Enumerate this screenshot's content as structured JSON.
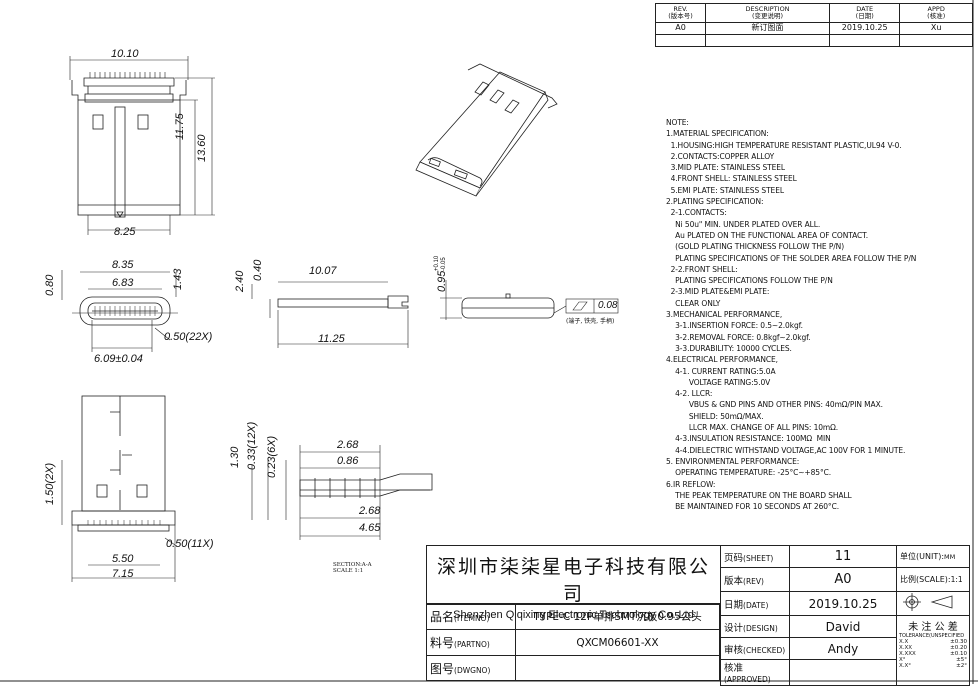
{
  "revision_table": {
    "headers": [
      {
        "en": "REV.",
        "cn": "(版本号)"
      },
      {
        "en": "DESCRIPTION",
        "cn": "(变更说明)"
      },
      {
        "en": "DATE",
        "cn": "(日期)"
      },
      {
        "en": "APPD",
        "cn": "(核准)"
      }
    ],
    "rows": [
      {
        "rev": "A0",
        "description": "新订图面",
        "date": "2019.10.25",
        "appd": "Xu"
      }
    ]
  },
  "dimensions": {
    "top_width": "10.10",
    "height_inner": "11.75",
    "height_outer": "13.60",
    "bottom_width": "8.25",
    "front_outer": "8.35",
    "front_inner": "6.83",
    "front_height": "1.43",
    "front_left": "0.80",
    "pitch_22": "0.50(22X)",
    "pin_span": "6.09±0.04",
    "side_240": "2.40",
    "side_040": "0.40",
    "side_1007": "10.07",
    "side_1125": "11.25",
    "plate_thk": "0.95",
    "tol_plus": "+0.10",
    "tol_minus": "-0.05",
    "flatness": "0.08",
    "flatness_note": "(端子, 铁壳, 手柄)",
    "bv_150": "1.50(2X)",
    "bv_550": "5.50",
    "bv_715": "7.15",
    "pitch_11": "0.50(11X)",
    "sec_130": "1.30",
    "sec_033": "0.33(12X)",
    "sec_023": "0.23(6X)",
    "sec_268a": "2.68",
    "sec_086": "0.86",
    "sec_268b": "2.68",
    "sec_465": "4.65",
    "section_label": "SECTION:A-A",
    "scale_label": "SCALE 1:1"
  },
  "notes": [
    "NOTE:",
    "1.MATERIAL SPECIFICATION:",
    "  1.HOUSING:HIGH TEMPERATURE RESISTANT PLASTIC,UL94 V-0.",
    "  2.CONTACTS:COPPER ALLOY",
    "  3.MID PLATE: STAINLESS STEEL",
    "  4.FRONT SHELL: STAINLESS STEEL",
    "  5.EMI PLATE: STAINLESS STEEL",
    "2.PLATING SPECIFICATION:",
    "  2-1.CONTACTS:",
    "    Ni 50u\" MIN. UNDER PLATED OVER ALL.",
    "    Au PLATED ON THE FUNCTIONAL AREA OF CONTACT.",
    "    (GOLD PLATING THICKNESS FOLLOW THE P/N)",
    "    PLATING SPECIFICATIONS OF THE SOLDER AREA FOLLOW THE P/N",
    "  2-2.FRONT SHELL:",
    "    PLATING SPECIFICATIONS FOLLOW THE P/N",
    "  2-3.MID PLATE&EMI PLATE:",
    "    CLEAR ONLY",
    "3.MECHANICAL PERFORMANCE,",
    "    3-1.INSERTION FORCE: 0.5~2.0kgf.",
    "    3-2.REMOVAL FORCE: 0.8kgf~2.0kgf.",
    "    3-3.DURABILITY: 10000 CYCLES.",
    "4.ELECTRICAL PERFORMANCE,",
    "    4-1. CURRENT RATING:5.0A",
    "          VOLTAGE RATING:5.0V",
    "    4-2. LLCR:",
    "          VBUS & GND PINS AND OTHER PINS: 40mΩ/PIN MAX.",
    "          SHIELD: 50mΩ/MAX.",
    "          LLCR MAX. CHANGE OF ALL PINS: 10mΩ.",
    "    4-3.INSULATION RESISTANCE: 100MΩ  MIN",
    "    4-4.DIELECTRIC WITHSTAND VOLTAGE,AC 100V FOR 1 MINUTE.",
    "5. ENVIRONMENTAL PERFORMANCE:",
    "    OPERATING TEMPERATURE: -25°C~+85°C.",
    "6.IR REFLOW:",
    "    THE PEAK TEMPERATURE ON THE BOARD SHALL",
    "    BE MAINTAINED FOR 10 SECONDS AT 260°C."
  ],
  "title_block": {
    "company_cn": "深圳市柒柒星电子科技有限公司",
    "company_en": "Shenzhen Qiqixing Electronic Technology Co.,Ltd",
    "item_label": "品名",
    "item_label_en": "(ITEMNO)",
    "item_value": "TYPE-C 12P单排SMT沉板0.95公头",
    "part_label": "料号",
    "part_label_en": "(PARTNO)",
    "part_value": "QXCM06601-XX",
    "dwg_label": "图号",
    "dwg_label_en": "(DWGNO)",
    "dwg_value": "",
    "sheet_label": "页码",
    "sheet_label_en": "(SHEET)",
    "sheet_value": "11",
    "rev_label": "版本",
    "rev_label_en": "(REV)",
    "rev_value": "A0",
    "date_label": "日期",
    "date_label_en": "(DATE)",
    "date_value": "2019.10.25",
    "design_label": "设计",
    "design_label_en": "(DESIGN)",
    "design_value": "David",
    "checked_label": "审核",
    "checked_label_en": "(CHECKED)",
    "checked_value": "Andy",
    "approved_label": "核准",
    "approved_label_en": "(APPROVED)",
    "approved_value": "",
    "unit_label": "单位(UNIT):",
    "unit_value": "MM",
    "scale_label": "比例(SCALE):",
    "scale_value": "1:1",
    "tol_title": "未 注 公 差",
    "tol_sub": "TOLERANCE(UNSPECIFIED",
    "tolerances": [
      {
        "k": "X.X",
        "v": "±0.30"
      },
      {
        "k": "X.XX",
        "v": "±0.20"
      },
      {
        "k": "X.XXX",
        "v": "±0.10"
      },
      {
        "k": "X°",
        "v": "±5°"
      },
      {
        "k": "X.X°",
        "v": "±2°"
      }
    ]
  }
}
